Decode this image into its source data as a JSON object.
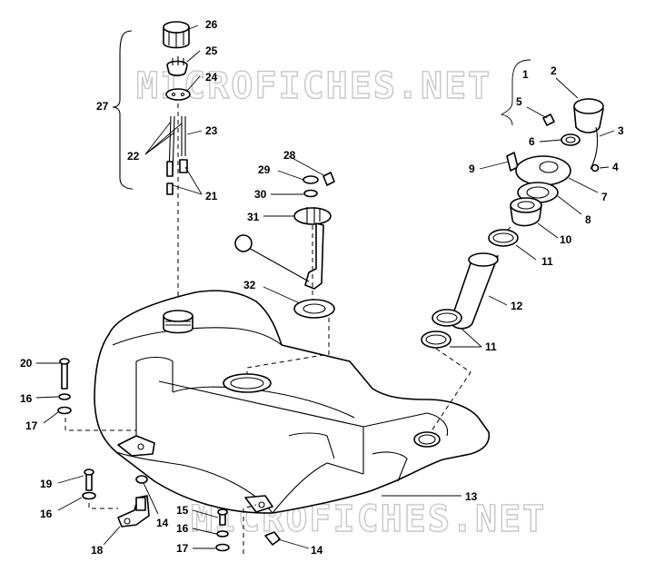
{
  "watermark": "MICROFICHES.NET",
  "callouts": [
    {
      "id": "c1",
      "text": "1"
    },
    {
      "id": "c2",
      "text": "2"
    },
    {
      "id": "c3",
      "text": "3"
    },
    {
      "id": "c4",
      "text": "4"
    },
    {
      "id": "c5",
      "text": "5"
    },
    {
      "id": "c6",
      "text": "6"
    },
    {
      "id": "c7",
      "text": "7"
    },
    {
      "id": "c8",
      "text": "8"
    },
    {
      "id": "c9",
      "text": "9"
    },
    {
      "id": "c10",
      "text": "10"
    },
    {
      "id": "c11a",
      "text": "11"
    },
    {
      "id": "c11b",
      "text": "11"
    },
    {
      "id": "c12",
      "text": "12"
    },
    {
      "id": "c13",
      "text": "13"
    },
    {
      "id": "c14a",
      "text": "14"
    },
    {
      "id": "c14b",
      "text": "14"
    },
    {
      "id": "c15",
      "text": "15"
    },
    {
      "id": "c16a",
      "text": "16"
    },
    {
      "id": "c16b",
      "text": "16"
    },
    {
      "id": "c16c",
      "text": "16"
    },
    {
      "id": "c17a",
      "text": "17"
    },
    {
      "id": "c17b",
      "text": "17"
    },
    {
      "id": "c18",
      "text": "18"
    },
    {
      "id": "c19",
      "text": "19"
    },
    {
      "id": "c20",
      "text": "20"
    },
    {
      "id": "c21",
      "text": "21"
    },
    {
      "id": "c22",
      "text": "22"
    },
    {
      "id": "c23",
      "text": "23"
    },
    {
      "id": "c24",
      "text": "24"
    },
    {
      "id": "c25",
      "text": "25"
    },
    {
      "id": "c26",
      "text": "26"
    },
    {
      "id": "c27",
      "text": "27"
    },
    {
      "id": "c28",
      "text": "28"
    },
    {
      "id": "c29",
      "text": "29"
    },
    {
      "id": "c30",
      "text": "30"
    },
    {
      "id": "c31",
      "text": "31"
    },
    {
      "id": "c32",
      "text": "32"
    }
  ]
}
